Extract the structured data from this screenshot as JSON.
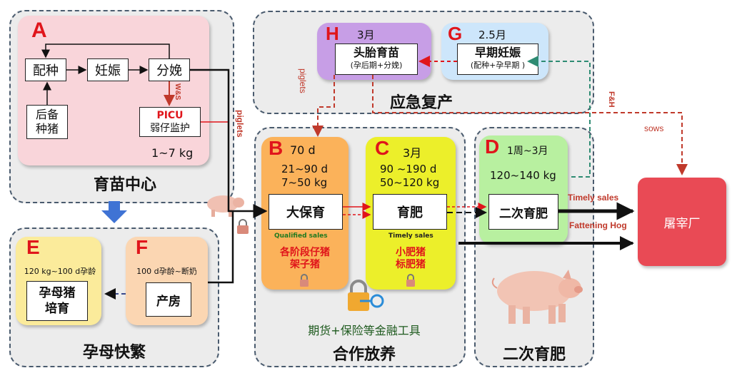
{
  "nursery_center": {
    "letter": "A",
    "title": "育苗中心",
    "breeding": "配种",
    "pregnancy": "妊娠",
    "farrowing": "分娩",
    "reserve_l1": "后备",
    "reserve_l2": "种猪",
    "picu": "PICU",
    "weak_monitor": "弱仔监护",
    "weight": "1~7 kg",
    "ws_label": "W&S"
  },
  "sow_breeding": {
    "title": "孕母快繁",
    "e": {
      "letter": "E",
      "range": "120 kg~100 d孕龄",
      "box_l1": "孕母猪",
      "box_l2": "培育"
    },
    "f": {
      "letter": "F",
      "range": "100 d孕龄~断奶",
      "box": "产房"
    }
  },
  "emergency": {
    "title": "应急复产",
    "h": {
      "letter": "H",
      "period": "3月",
      "box_title": "头胎育苗",
      "box_sub": "(孕后期+分娩)"
    },
    "g": {
      "letter": "G",
      "period": "2.5月",
      "box_title": "早期妊娠",
      "box_sub": "(配种+孕早期 )"
    }
  },
  "cooperation": {
    "title": "合作放养",
    "finance": "期货+保险等金融工具",
    "b": {
      "letter": "B",
      "days": "70 d",
      "range1": "21~90 d",
      "range2": "7~50 kg",
      "box": "大保育",
      "label": "Qualified sales",
      "note1": "各阶段仔猪",
      "note2": "架子猪"
    },
    "c": {
      "letter": "C",
      "period": "3月",
      "range1": "90 ~190 d",
      "range2": "50~120 kg",
      "box": "育肥",
      "label": "Timely sales",
      "note1": "小肥猪",
      "note2": "标肥猪"
    }
  },
  "second_fattening": {
    "title": "二次育肥",
    "d": {
      "letter": "D",
      "period": "1周~3月",
      "range": "120~140 kg",
      "box": "二次育肥"
    }
  },
  "slaughterhouse": "屠宰厂",
  "arrow_labels": {
    "piglets_left": "piglets",
    "piglets_top": "piglets",
    "fh": "F&H",
    "sows": "sows",
    "timely_sales": "Timely sales",
    "fattening_hog": "Fattening Hog"
  },
  "colors": {
    "panel_bg": "#ececec",
    "card_a": "#f9d5da",
    "card_e": "#fbeb9b",
    "card_f": "#fbd6b2",
    "card_h": "#c79ee6",
    "card_g": "#cde6fb",
    "card_b": "#fbb25a",
    "card_c": "#ecef2a",
    "card_d": "#b8f0a0",
    "slaughterhouse": "#e94a55",
    "accent_red": "#e0151b",
    "arrow_blue": "#3f73d4"
  }
}
